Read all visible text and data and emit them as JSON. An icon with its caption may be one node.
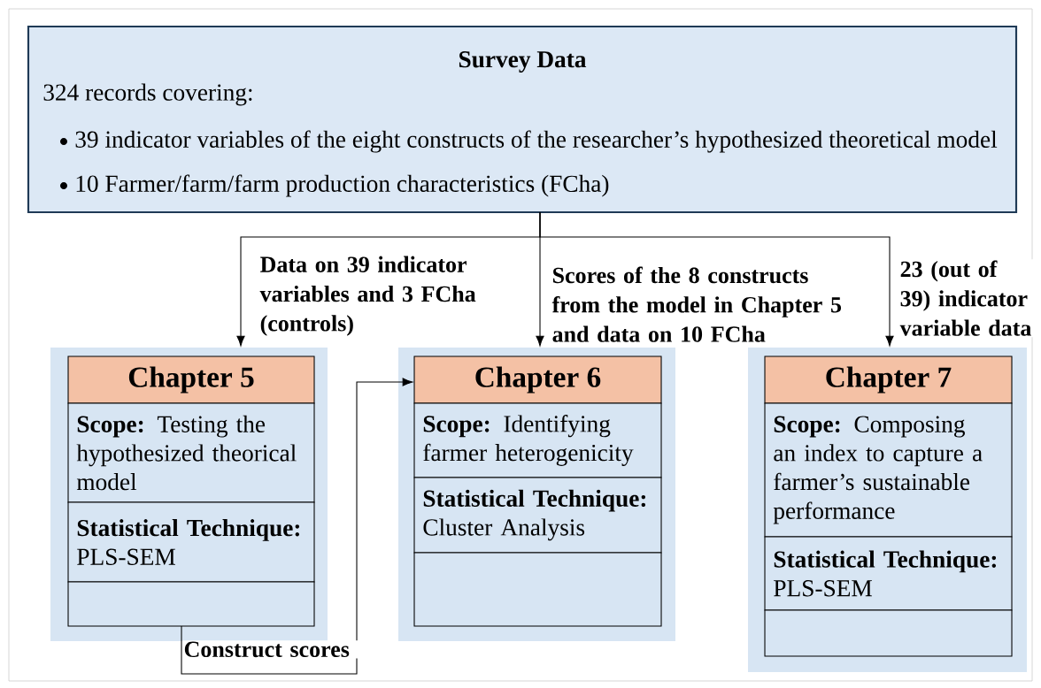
{
  "diagram": {
    "nodes": [
      {
        "text": [
          "Survey Data",
          "324 records covering:",
          "39 indicator variables of the eight constructs of the researcher’s hypothesized theoretical model",
          "10 Farmer/farm/farm production characteristics (FCha)"
        ]
      },
      {
        "text": [],
        "shape": "box"
      },
      {
        "text": [
          "Chapter 5"
        ],
        "in": 1
      },
      {
        "text": [
          "**Scope:** Testing the hypothesized theorical model"
        ],
        "in": 1
      },
      {
        "text": [
          "**Statistical Technique:** PLS-SEM"
        ],
        "in": 1
      },
      {
        "text": [],
        "shape": "box",
        "in": 1
      },
      {
        "text": [],
        "shape": "box"
      },
      {
        "text": [
          "Chapter 6"
        ],
        "in": 6
      },
      {
        "text": [
          "**Scope:** Identifying farmer heterogenicity"
        ],
        "in": 6
      },
      {
        "text": [
          "**Statistical Technique:** Cluster Analysis"
        ],
        "in": 6
      },
      {
        "text": [],
        "shape": "box",
        "in": 6
      },
      {
        "text": [],
        "shape": "box"
      },
      {
        "text": [
          "Chapter 7"
        ],
        "in": 11
      },
      {
        "text": [
          "**Scope:** Composing an index to capture a farmer’s sustainable performance"
        ],
        "in": 11
      },
      {
        "text": [
          "**Statistical Technique:** PLS-SEM"
        ],
        "in": 11
      },
      {
        "text": [],
        "shape": "box",
        "in": 11
      }
    ],
    "edges": [
      {
        "from": 0,
        "to": 1,
        "arrow": "to",
        "label": "Data on 39 indicator variables and 3 FCha (controls)"
      },
      {
        "from": 0,
        "to": 6,
        "arrow": "to",
        "label": "Scores of the 8 constructs from the model in Chapter 5 and data on 10 FCha"
      },
      {
        "from": 0,
        "to": 11,
        "arrow": "to",
        "label": "23 (out of 39) indicator variable data"
      },
      {
        "from": 5,
        "to": 7,
        "arrow": "to",
        "label": "Construct scores"
      }
    ]
  }
}
